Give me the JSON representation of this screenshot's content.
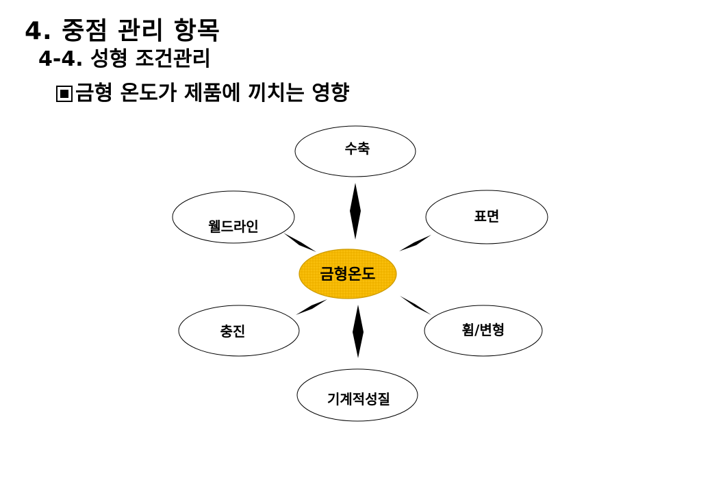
{
  "header": {
    "title": "4. 중점 관리 항목",
    "subtitle": "4-4. 성형 조건관리",
    "heading": "금형 온도가 제품에 끼치는 영향"
  },
  "diagram": {
    "center": {
      "label": "금형온도",
      "color": "#f5b800"
    },
    "nodes": [
      {
        "id": "shrinkage",
        "label": "수축"
      },
      {
        "id": "surface",
        "label": "표면"
      },
      {
        "id": "warpage",
        "label": "휨/변형"
      },
      {
        "id": "mechanical",
        "label": "기계적성질"
      },
      {
        "id": "filling",
        "label": "충진"
      },
      {
        "id": "weldline",
        "label": "웰드라인"
      }
    ]
  }
}
